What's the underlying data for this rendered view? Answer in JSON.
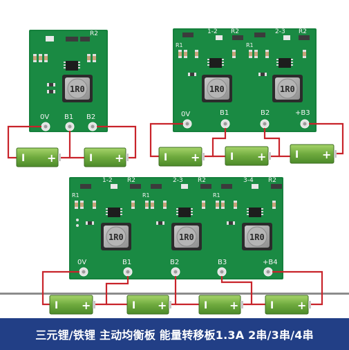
{
  "banner": {
    "text": "三元锂/铁锂 主动均衡板 能量转移板1.3A 2串/3串/4串"
  },
  "colors": {
    "pcb": "#15803c",
    "wire": "#c8232a",
    "battery": "#7db84a",
    "banner": "#223f86"
  },
  "boards": [
    {
      "id": "2s",
      "top_labels": [
        "R2"
      ],
      "inductor_marks": [
        "1R0"
      ],
      "pad_labels": [
        "0V",
        "B1",
        "B2"
      ],
      "battery_signs": [
        "I",
        "+",
        "I",
        "+"
      ]
    },
    {
      "id": "3s",
      "top_labels": [
        "1-2",
        "R2",
        "2-3",
        "R2",
        "R1",
        "R1"
      ],
      "inductor_marks": [
        "1R0",
        "1R0"
      ],
      "pad_labels": [
        "0V",
        "B1",
        "B2",
        "+B3"
      ],
      "battery_signs": [
        "I",
        "+",
        "I",
        "+",
        "I",
        "+"
      ]
    },
    {
      "id": "4s",
      "top_labels": [
        "1-2",
        "R2",
        "2-3",
        "R2",
        "3-4",
        "R2",
        "R1",
        "R1",
        "R1"
      ],
      "inductor_marks": [
        "1R0",
        "1R0",
        "1R0"
      ],
      "pad_labels": [
        "0V",
        "B1",
        "B2",
        "B3",
        "+B4"
      ],
      "battery_signs": [
        "I",
        "+",
        "I",
        "+",
        "I",
        "+",
        "I",
        "+"
      ]
    }
  ]
}
